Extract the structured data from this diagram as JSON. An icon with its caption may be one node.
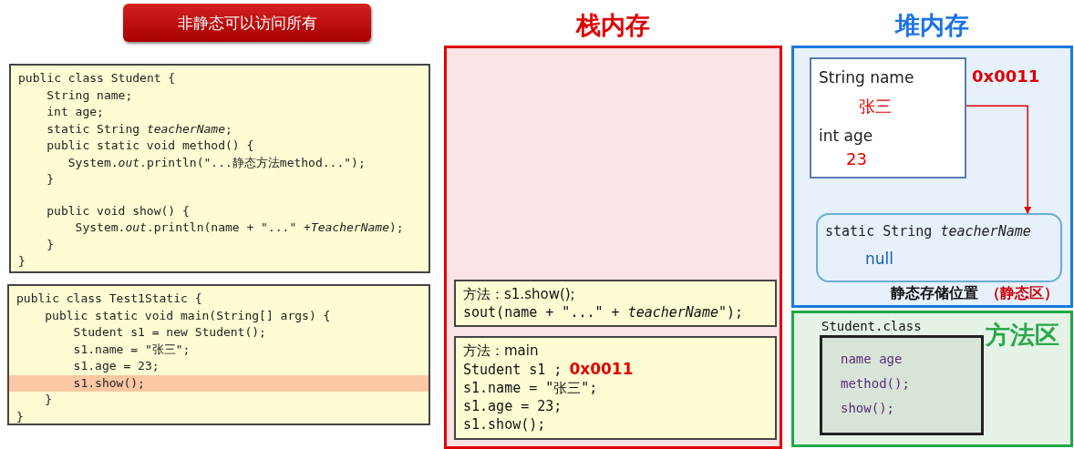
{
  "diagram": {
    "nodes": [
      {
        "text": [
          "非静态可以访问所有"
        ]
      },
      {
        "text": [
          "public class Student {",
          "String name;",
          "int age;",
          "static String *teacherName*;",
          "public static void method() {",
          "System.*out*.println(\"...静态方法method...\");",
          "}",
          "public void show() {",
          "System.*out*.println(name + \"...\" +*TeacherName*);",
          "}",
          "}"
        ]
      },
      {
        "text": [
          "public class Test1Static {",
          "public static void main(String[] args) {",
          "Student s1 = new Student();",
          "s1.name = \"张三\";",
          "s1.age = 23;",
          "s1.show();",
          "}",
          "}"
        ]
      },
      {
        "text": [
          "栈内存"
        ]
      },
      {
        "text": [
          "方法：s1.show();",
          "sout(name + \"...\" + *teacherName*\");"
        ],
        "in": 3
      },
      {
        "text": [
          "方法：main",
          "Student s1 ;",
          "0x0011",
          "s1.name = \"张三\";",
          "s1.age = 23;",
          "s1.show();"
        ],
        "in": 3
      },
      {
        "text": [
          "堆内存"
        ]
      },
      {
        "text": [
          "String name",
          "张三",
          "int age",
          "23"
        ],
        "in": 6,
        "beside": [
          "0x0011"
        ]
      },
      {
        "text": [
          "static String *teacherName*",
          "null"
        ],
        "in": 6,
        "beside": [
          "静态存储位置",
          "（静态区）"
        ]
      },
      {
        "text": [
          "方法区"
        ]
      },
      {
        "text": [
          "Student.class",
          "name age",
          "method();",
          "show();"
        ],
        "in": 9
      }
    ],
    "edges": [
      {
        "from": 7,
        "to": 8,
        "arrow": "to",
        "color": "#e00000"
      }
    ]
  }
}
